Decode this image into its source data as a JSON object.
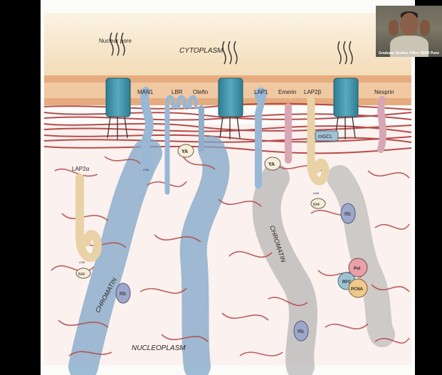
{
  "diagram": {
    "labels": {
      "cytoplasm": "CYTOPLASM",
      "nucleoplasm": "NUCLEOPLASM",
      "nuclear_pore": "Nuclear pore",
      "man1": "MAN1",
      "lbr": "LBR",
      "otefin": "Otefin",
      "lap1": "LAP1",
      "emerin": "Emerin",
      "lap2b": "LAP2β",
      "nesprin": "Nesprin",
      "lap2a": "LAP2α",
      "chromatin_left": "CHROMATIN",
      "chromatin_right": "CHROMATIN",
      "ya1": "YA",
      "ya2": "YA",
      "mgcl": "mGCL",
      "baf1": "BAF",
      "baf2": "BAF",
      "lem1": "LEM",
      "lem2": "LEM",
      "lem3": "LEM",
      "rb1": "Rb",
      "rb2": "Rb",
      "rb3": "Rb",
      "pol": "Pol",
      "rfc": "RFC",
      "pcna": "PCNA"
    },
    "colors": {
      "cytoplasm": "#f6e6c8",
      "membrane": "#e9b48a",
      "lamina": "#b03a3a",
      "chromatin_blue": "#7fa6c7",
      "chromatin_gray": "#a9a9a9",
      "pore": "#3f8fa3",
      "protein_tan": "#e8d2a6",
      "protein_blue": "#98b8d6",
      "protein_pink": "#d8a7b5"
    }
  },
  "webcam": {
    "caption": "Graduate Studies Office IISER Pune"
  }
}
